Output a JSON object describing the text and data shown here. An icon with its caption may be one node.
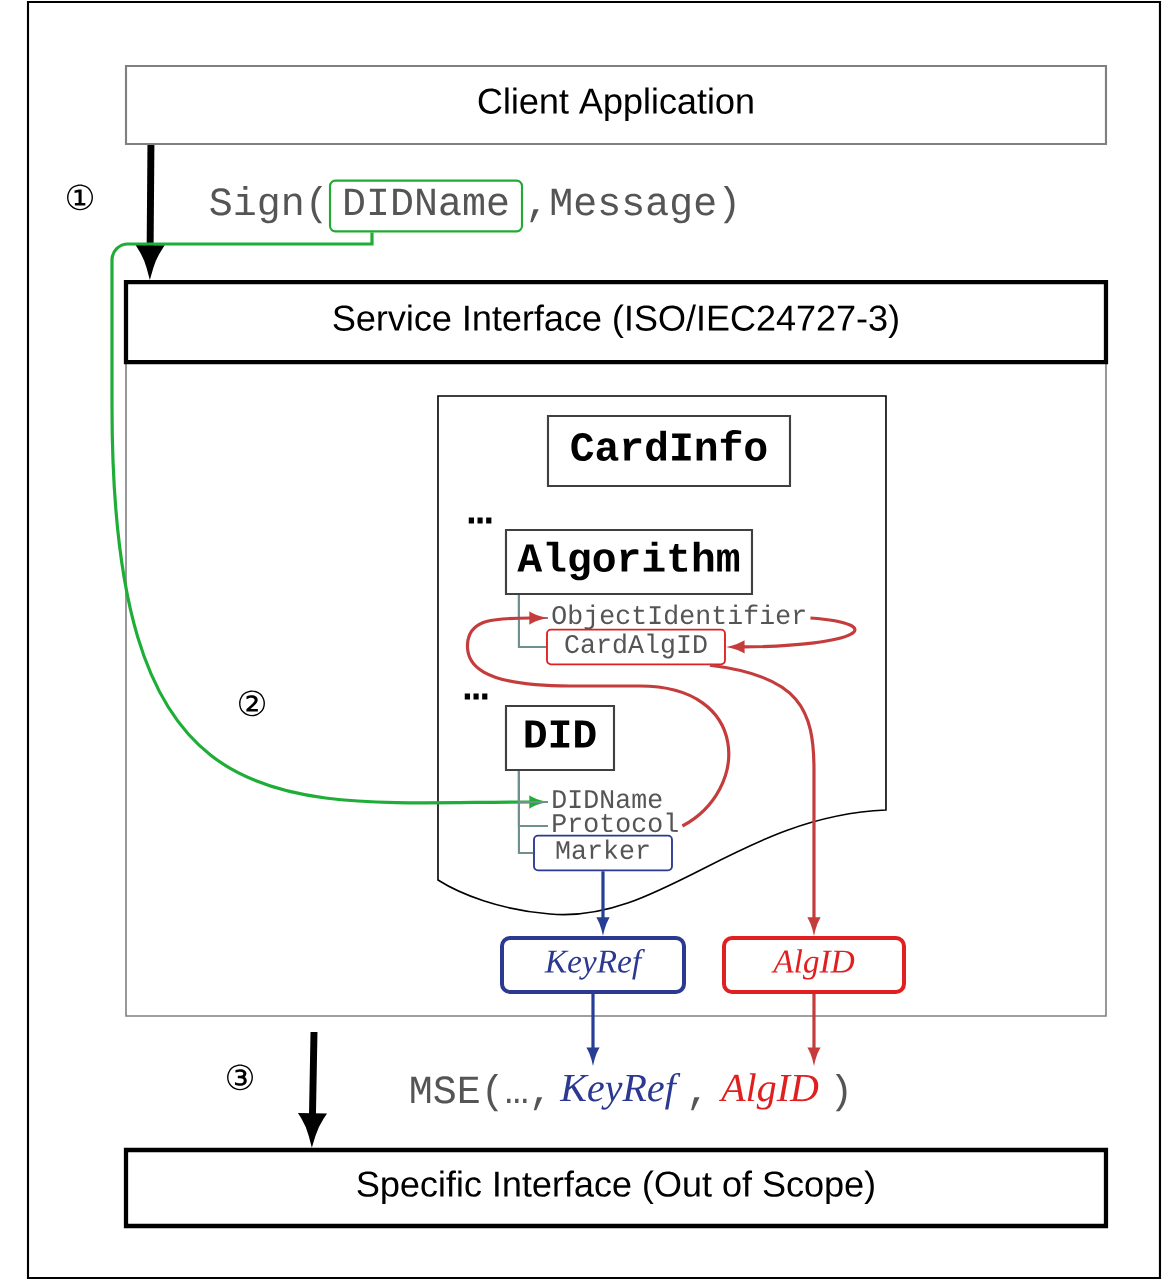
{
  "diagram": {
    "nodes": [
      {
        "text": [
          "Client Application"
        ]
      },
      {
        "text": [
          "DIDName"
        ]
      },
      {
        "text": [
          "Service Interface (ISO/IEC24727-3)"
        ]
      },
      {
        "text": [
          "CardInfo"
        ]
      },
      {
        "text": [
          "Algorithm"
        ]
      },
      {
        "text": [
          "ObjectIdentifier"
        ]
      },
      {
        "text": [
          "CardAlgID"
        ]
      },
      {
        "text": [
          "DID"
        ]
      },
      {
        "text": [
          "DIDName"
        ]
      },
      {
        "text": [
          "Protocol"
        ]
      },
      {
        "text": [
          "Marker"
        ]
      },
      {
        "text": [
          "KeyRef"
        ]
      },
      {
        "text": [
          "AlgID"
        ]
      },
      {
        "text": [
          "KeyRef"
        ]
      },
      {
        "text": [
          "AlgID"
        ]
      },
      {
        "text": [
          "Specific Interface (Out of Scope)"
        ]
      }
    ],
    "edges": [
      {
        "from": 0,
        "to": 2,
        "arrow": "to",
        "style": "thick",
        "color": "#000000"
      },
      {
        "from": 1,
        "to": 8,
        "arrow": "to",
        "color": "#22aa33"
      },
      {
        "from": 4,
        "to": 5,
        "arrow": "none",
        "color": "#808080"
      },
      {
        "from": 4,
        "to": 6,
        "arrow": "none",
        "color": "#808080"
      },
      {
        "from": 5,
        "to": 6,
        "arrow": "to",
        "color": "#e02020"
      },
      {
        "from": 9,
        "to": 5,
        "arrow": "to",
        "color": "#e02020"
      },
      {
        "from": 6,
        "to": 12,
        "arrow": "to",
        "color": "#e02020"
      },
      {
        "from": 7,
        "to": 8,
        "arrow": "none",
        "color": "#808080"
      },
      {
        "from": 7,
        "to": 9,
        "arrow": "none",
        "color": "#808080"
      },
      {
        "from": 7,
        "to": 10,
        "arrow": "none",
        "color": "#808080"
      },
      {
        "from": 10,
        "to": 11,
        "arrow": "to",
        "color": "#2b3990"
      },
      {
        "from": 11,
        "to": 13,
        "arrow": "to",
        "color": "#2b3990"
      },
      {
        "from": 12,
        "to": 14,
        "arrow": "to",
        "color": "#e02020"
      },
      {
        "from": null,
        "to": 15,
        "arrow": "to",
        "style": "thick",
        "color": "#000000"
      }
    ],
    "labels": [
      "①",
      "Sign(",
      ",Message)",
      "②",
      "…",
      "…",
      "③",
      "MSE(…,",
      ",",
      ")"
    ]
  }
}
